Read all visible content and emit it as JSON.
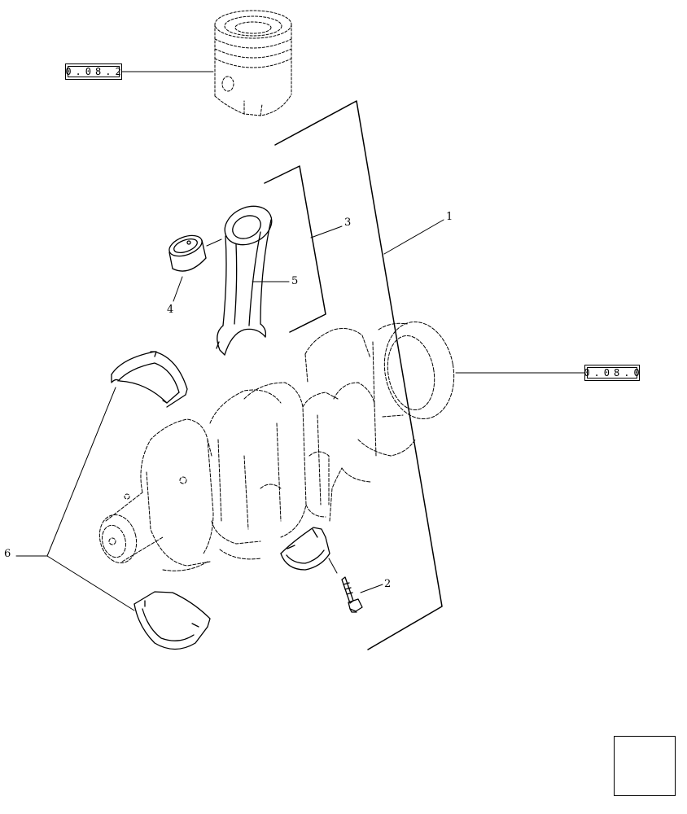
{
  "references": {
    "piston_ref": "0.08.2",
    "flywheel_ref": "0.08.0"
  },
  "callouts": {
    "c1": "1",
    "c2": "2",
    "c3": "3",
    "c4": "4",
    "c5": "5",
    "c6": "6"
  },
  "nav": {
    "icon": "previous-page-arrow-icon"
  }
}
